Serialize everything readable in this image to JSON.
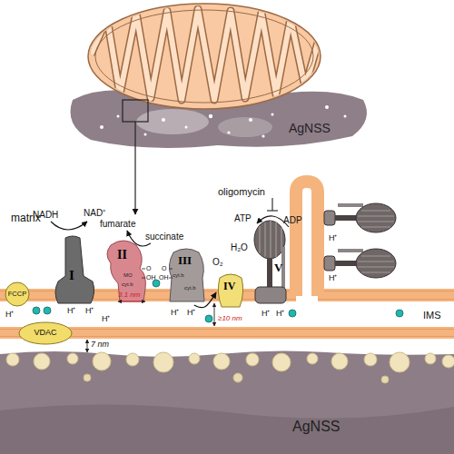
{
  "diagram": {
    "nodes": [
      {
        "text": [
          "AgNSS"
        ]
      },
      {
        "text": [
          "FCCP"
        ]
      },
      {
        "text": [
          "I"
        ]
      },
      {
        "text": [
          "II",
          "MO",
          "cyt.b"
        ]
      },
      {
        "text": [
          "III",
          "cyt.b",
          "cyt.b"
        ]
      },
      {
        "text": [
          "IV"
        ]
      },
      {
        "text": [
          "V"
        ]
      },
      {
        "text": [
          "VDAC"
        ]
      },
      {
        "text": [
          "AgNSS"
        ]
      }
    ],
    "edges": [
      {
        "from": 4,
        "to": 5,
        "arrow": "to"
      }
    ],
    "labels": [
      "matrix",
      "NADH",
      "NAD⁺",
      "fumarate",
      "succinate",
      "O",
      "OH",
      "O",
      "OH",
      "3.1 nm",
      "O₂",
      "H₂O",
      "oligomycin",
      "ATP",
      "ADP",
      "≥10 nm",
      "7 nm",
      "IMS",
      "H⁺",
      "H⁺",
      "H⁺",
      "H⁺",
      "H⁺",
      "H⁺",
      "H⁺",
      "H⁺",
      "H⁺",
      "H⁺"
    ]
  }
}
